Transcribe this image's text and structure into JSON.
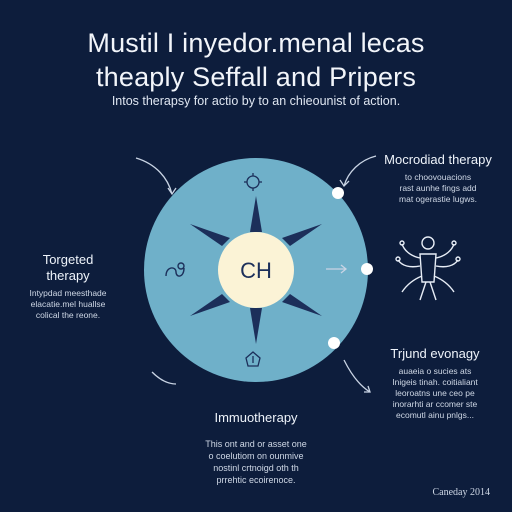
{
  "header": {
    "title_line1": "Mustil I inyedor.menal lecas",
    "title_line2": "theaply Seffall and Pripers",
    "subtitle": "Intos therapsy for actio by to an chieounist of action."
  },
  "diagram": {
    "center_label": "CH",
    "colors": {
      "background": "#0d1d3c",
      "circle_fill": "#6fb0c9",
      "center_fill": "#fbf3d6",
      "spikes": "#1c2f5a"
    },
    "icons": [
      "virus-icon",
      "dna-icon",
      "cell-icon",
      "person-neural-icon"
    ]
  },
  "labels": {
    "molecular": {
      "title": "Mocrodiad therapy",
      "lines": [
        "to choovouacions",
        "rast aunhe fings add",
        "mat ogerastie lugws."
      ]
    },
    "targeted": {
      "title_line1": "Torgeted",
      "title_line2": "therapy",
      "lines": [
        "Intypdad meesthade",
        "elacatie.mel huallse",
        "colical the reone."
      ]
    },
    "trial": {
      "title": "Trjund evonagy",
      "lines": [
        "auaeia o sucies ats",
        "Inigeis tinah. coitialiant",
        "leoroatns une ceo pe",
        "inorarhti ar ccomer ste",
        "ecomutl ainu pnlgs..."
      ]
    },
    "immuno": {
      "title": "Immuotherapy",
      "lines": [
        "This ont and or asset one",
        "o coelutiom on ounmive",
        "nostinl crtnoigd oth th",
        "prrehtic ecoirenoce."
      ]
    }
  },
  "footer": {
    "text": "Caneday 2014"
  }
}
